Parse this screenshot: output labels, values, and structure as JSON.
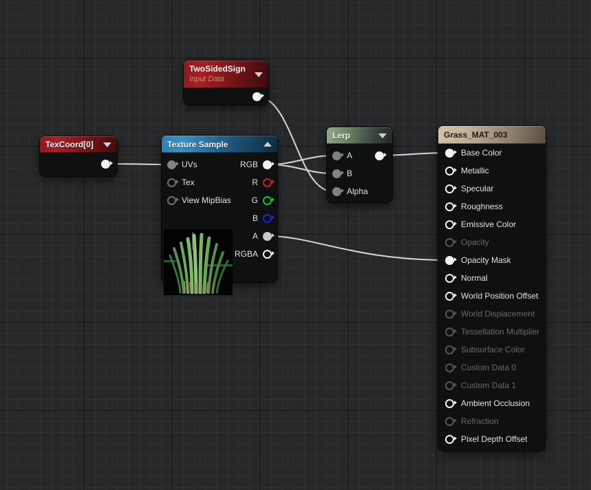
{
  "canvas": {
    "background": "#272829",
    "grid_small": "#2f3133",
    "grid_major": "#161718",
    "wire_color": "#d9d9d9"
  },
  "nodes": {
    "texcoord": {
      "title": "TexCoord[0]",
      "header_color": "#a42127",
      "collapse": "down"
    },
    "two_sided_sign": {
      "title": "TwoSidedSign",
      "subtitle": "Input Data",
      "header_color": "#a42127",
      "collapse": "down"
    },
    "texture_sample": {
      "title": "Texture Sample",
      "header_color": "#3b90c2",
      "collapse": "up",
      "inputs": [
        {
          "label": "UVs",
          "connected": true
        },
        {
          "label": "Tex",
          "connected": false
        },
        {
          "label": "View MipBias",
          "connected": false
        }
      ],
      "outputs": [
        {
          "label": "RGB",
          "connected": true,
          "color": "#f1f1f1"
        },
        {
          "label": "R",
          "connected": false,
          "color": "#d01f1f"
        },
        {
          "label": "G",
          "connected": false,
          "color": "#17c317"
        },
        {
          "label": "B",
          "connected": false,
          "color": "#2323dd"
        },
        {
          "label": "A",
          "connected": true,
          "color": "#c9c9c9"
        },
        {
          "label": "RGBA",
          "connected": false,
          "color": "#f1f1f1"
        }
      ],
      "preview": "grass-texture"
    },
    "lerp": {
      "title": "Lerp",
      "header_color": "#70876a",
      "collapse": "down",
      "inputs": [
        {
          "label": "A",
          "connected": true
        },
        {
          "label": "B",
          "connected": true
        },
        {
          "label": "Alpha",
          "connected": true
        }
      ],
      "has_output": true
    },
    "material": {
      "title": "Grass_MAT_003",
      "header_color": "#c4b298",
      "pins": [
        {
          "label": "Base Color",
          "state": "connected"
        },
        {
          "label": "Metallic",
          "state": "open"
        },
        {
          "label": "Specular",
          "state": "open"
        },
        {
          "label": "Roughness",
          "state": "open"
        },
        {
          "label": "Emissive Color",
          "state": "open"
        },
        {
          "label": "Opacity",
          "state": "disabled"
        },
        {
          "label": "Opacity Mask",
          "state": "connected"
        },
        {
          "label": "Normal",
          "state": "open"
        },
        {
          "label": "World Position Offset",
          "state": "open"
        },
        {
          "label": "World Displacement",
          "state": "disabled"
        },
        {
          "label": "Tessellation Multiplier",
          "state": "disabled"
        },
        {
          "label": "Subsurface Color",
          "state": "disabled"
        },
        {
          "label": "Custom Data 0",
          "state": "disabled"
        },
        {
          "label": "Custom Data 1",
          "state": "disabled"
        },
        {
          "label": "Ambient Occlusion",
          "state": "open"
        },
        {
          "label": "Refraction",
          "state": "disabled"
        },
        {
          "label": "Pixel Depth Offset",
          "state": "open"
        }
      ]
    }
  },
  "connections": [
    {
      "from": "TexCoord[0].out",
      "to": "Texture Sample.UVs"
    },
    {
      "from": "TwoSidedSign.out",
      "to": "Lerp.Alpha"
    },
    {
      "from": "Texture Sample.RGB",
      "to": "Lerp.A"
    },
    {
      "from": "Texture Sample.RGB",
      "to": "Lerp.B"
    },
    {
      "from": "Lerp.out",
      "to": "Grass_MAT_003.Base Color"
    },
    {
      "from": "Texture Sample.A",
      "to": "Grass_MAT_003.Opacity Mask"
    }
  ]
}
